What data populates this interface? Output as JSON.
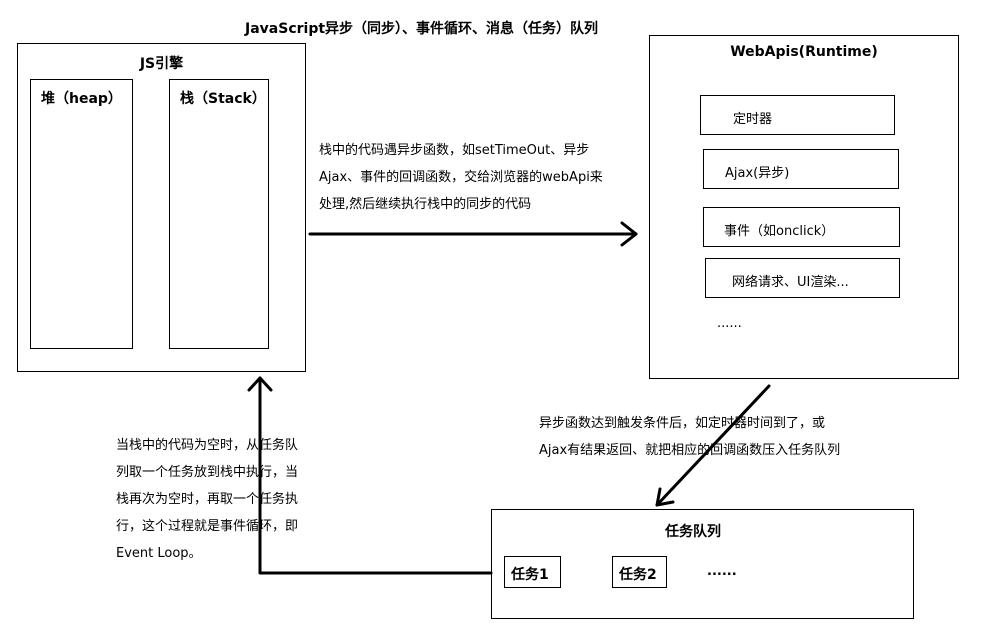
{
  "title": "JavaScript异步（同步）、事件循环、消息（任务）队列",
  "js_engine": {
    "label": "JS引擎",
    "heap": "堆（heap）",
    "stack": "栈（Stack）"
  },
  "webapis": {
    "label": "WebApis(Runtime)",
    "items": [
      "定时器",
      "Ajax(异步)",
      "事件（如onclick）",
      "网络请求、UI渲染..."
    ],
    "ellipsis": "......"
  },
  "task_queue": {
    "label": "任务队列",
    "items": [
      "任务1",
      "任务2"
    ],
    "ellipsis": "......"
  },
  "annotations": {
    "stack_to_webapi": [
      "栈中的代码遇异步函数，如setTimeOut、异步",
      "Ajax、事件的回调函数，交给浏览器的webApi来",
      "处理,然后继续执行栈中的同步的代码"
    ],
    "webapi_to_queue": [
      "异步函数达到触发条件后，如定时器时间到了，或",
      "Ajax有结果返回、就把相应的回调函数压入任务队列"
    ],
    "queue_to_stack": [
      "当栈中的代码为空时，从任务队",
      "列取一个任务放到栈中执行，当",
      "栈再次为空时，再取一个任务执",
      "行，这个过程就是事件循环，即",
      "Event Loop。"
    ]
  }
}
